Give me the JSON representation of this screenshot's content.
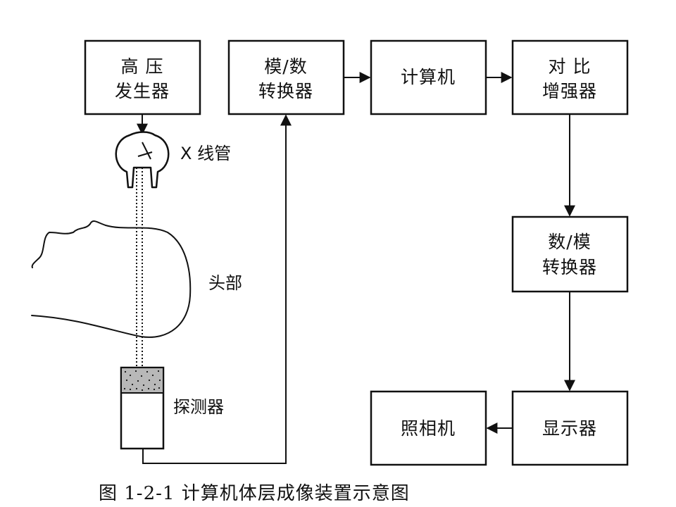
{
  "boxes": {
    "hv_generator": {
      "line1": "高    压",
      "line2": "发生器"
    },
    "ad_converter": {
      "line1": "模/数",
      "line2": "转换器"
    },
    "computer": {
      "line1": "计算机"
    },
    "contrast_enhancer": {
      "line1": "对    比",
      "line2": "增强器"
    },
    "da_converter": {
      "line1": "数/模",
      "line2": "转换器"
    },
    "display": {
      "line1": "显示器"
    },
    "camera": {
      "line1": "照相机"
    }
  },
  "labels": {
    "xray_tube": "X 线管",
    "head": "头部",
    "detector": "探测器"
  },
  "caption": "图 1-2-1    计算机体层成像装置示意图"
}
